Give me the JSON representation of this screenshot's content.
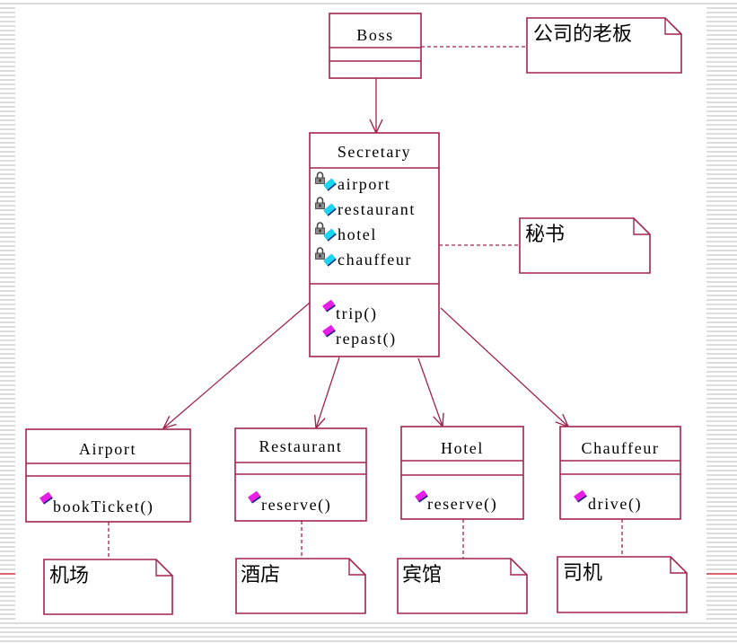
{
  "colors": {
    "line": "#a3244f",
    "text": "#000000",
    "attribute_icon_fill": "#1ad6f2",
    "operation_icon_fill": "#e61ee6",
    "icon_outline": "#1b237e",
    "lock_fill": "#8c8c8c",
    "slide_rule": "#d9646c",
    "background_stripe": "#dcdcdc"
  },
  "icons": {
    "attribute": "private-attribute-icon (padlock + cyan diamond)",
    "operation": "public-operation-icon (magenta diamond)"
  },
  "diagram": {
    "type": "uml-class-diagram",
    "classes": [
      {
        "id": "boss",
        "name": "Boss",
        "attributes": [],
        "operations": []
      },
      {
        "id": "secretary",
        "name": "Secretary",
        "attributes": [
          {
            "name": "airport",
            "visibility": "private"
          },
          {
            "name": "restaurant",
            "visibility": "private"
          },
          {
            "name": "hotel",
            "visibility": "private"
          },
          {
            "name": "chauffeur",
            "visibility": "private"
          }
        ],
        "operations": [
          {
            "name": "trip()",
            "visibility": "public"
          },
          {
            "name": "repast()",
            "visibility": "public"
          }
        ]
      },
      {
        "id": "airport",
        "name": "Airport",
        "attributes": [],
        "operations": [
          {
            "name": "bookTicket()",
            "visibility": "public"
          }
        ]
      },
      {
        "id": "restaurant",
        "name": "Restaurant",
        "attributes": [],
        "operations": [
          {
            "name": "reserve()",
            "visibility": "public"
          }
        ]
      },
      {
        "id": "hotel",
        "name": "Hotel",
        "attributes": [],
        "operations": [
          {
            "name": "reserve()",
            "visibility": "public"
          }
        ]
      },
      {
        "id": "chauffeur",
        "name": "Chauffeur",
        "attributes": [],
        "operations": [
          {
            "name": "drive()",
            "visibility": "public"
          }
        ]
      }
    ],
    "notes": [
      {
        "text": "公司的老板",
        "attached_to": "Boss"
      },
      {
        "text": "秘书",
        "attached_to": "Secretary"
      },
      {
        "text": "机场",
        "attached_to": "Airport"
      },
      {
        "text": "酒店",
        "attached_to": "Restaurant"
      },
      {
        "text": "宾馆",
        "attached_to": "Hotel"
      },
      {
        "text": "司机",
        "attached_to": "Chauffeur"
      }
    ],
    "relationships": [
      {
        "type": "directed-association",
        "from": "Boss",
        "to": "Secretary"
      },
      {
        "type": "directed-association",
        "from": "Secretary",
        "to": "Airport"
      },
      {
        "type": "directed-association",
        "from": "Secretary",
        "to": "Restaurant"
      },
      {
        "type": "directed-association",
        "from": "Secretary",
        "to": "Hotel"
      },
      {
        "type": "directed-association",
        "from": "Secretary",
        "to": "Chauffeur"
      }
    ]
  }
}
